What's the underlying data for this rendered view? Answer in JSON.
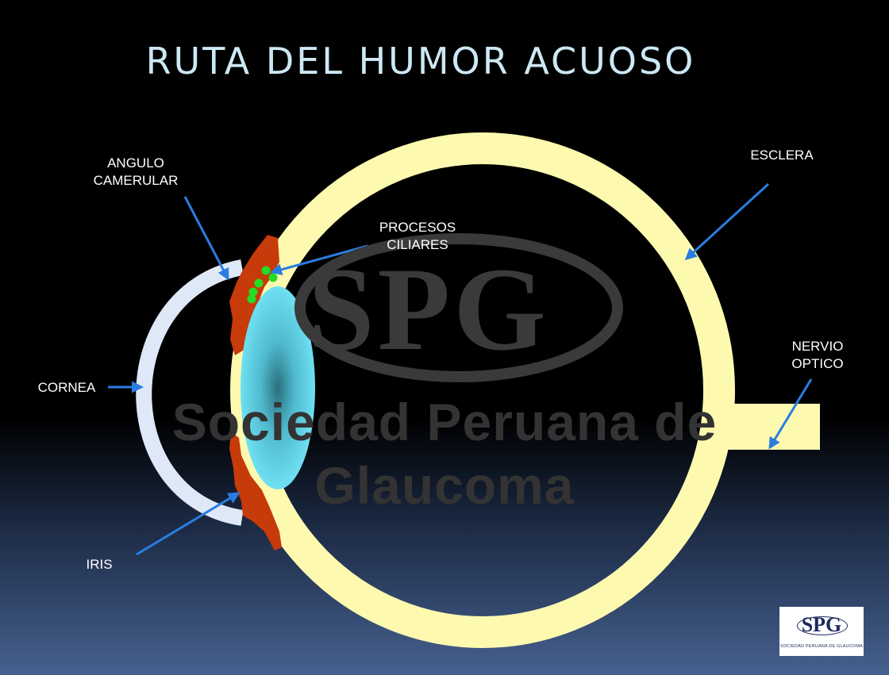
{
  "title": "RUTA DEL HUMOR ACUOSO",
  "watermark": {
    "mark": "SPG",
    "text": "Sociedad Peruana de Glaucoma"
  },
  "labels": {
    "angulo": [
      "ANGULO",
      "CAMERULAR"
    ],
    "procesos": [
      "PROCESOS",
      "CILIARES"
    ],
    "esclera": "ESCLERA",
    "nervio": [
      "NERVIO",
      "OPTICO"
    ],
    "cornea": "CORNEA",
    "iris": "IRIS"
  },
  "logo": {
    "mark": "SPG",
    "subtitle": "SOCIEDAD PERUANA DE GLAUCOMA"
  },
  "colors": {
    "sclera": "#fdfab0",
    "cornea": "#dfe8f7",
    "iris": "#c73a0a",
    "lens": "#5fd0e6",
    "ciliary": "#22dd22",
    "arrow": "#2a7de0",
    "title": "#cde8f5"
  }
}
